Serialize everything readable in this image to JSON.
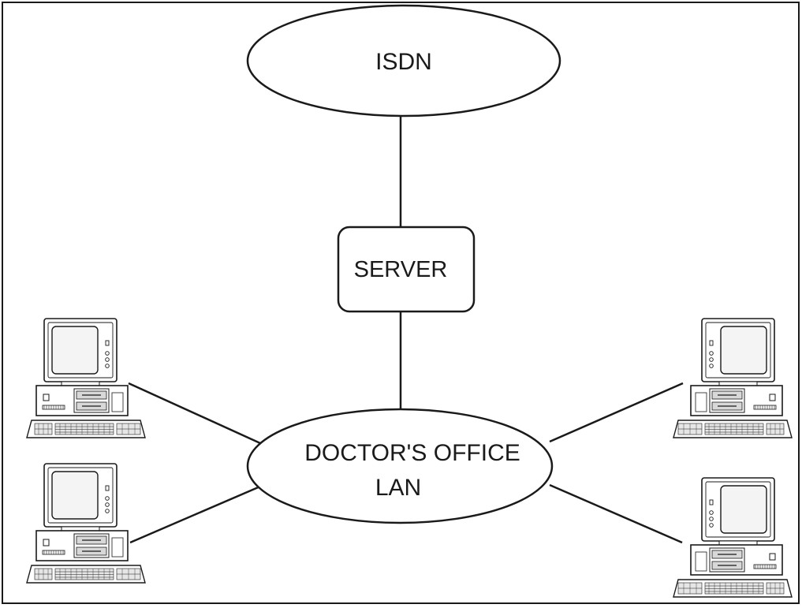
{
  "nodes": {
    "isdn": {
      "label": "ISDN"
    },
    "server": {
      "label": "SERVER"
    },
    "lan": {
      "line1": "DOCTOR'S OFFICE",
      "line2": "LAN"
    }
  },
  "computers": [
    {
      "id": "top-left"
    },
    {
      "id": "bottom-left"
    },
    {
      "id": "top-right"
    },
    {
      "id": "bottom-right"
    }
  ],
  "colors": {
    "stroke": "#1a1a1a",
    "background": "#ffffff",
    "screen": "#f4f4f4"
  }
}
